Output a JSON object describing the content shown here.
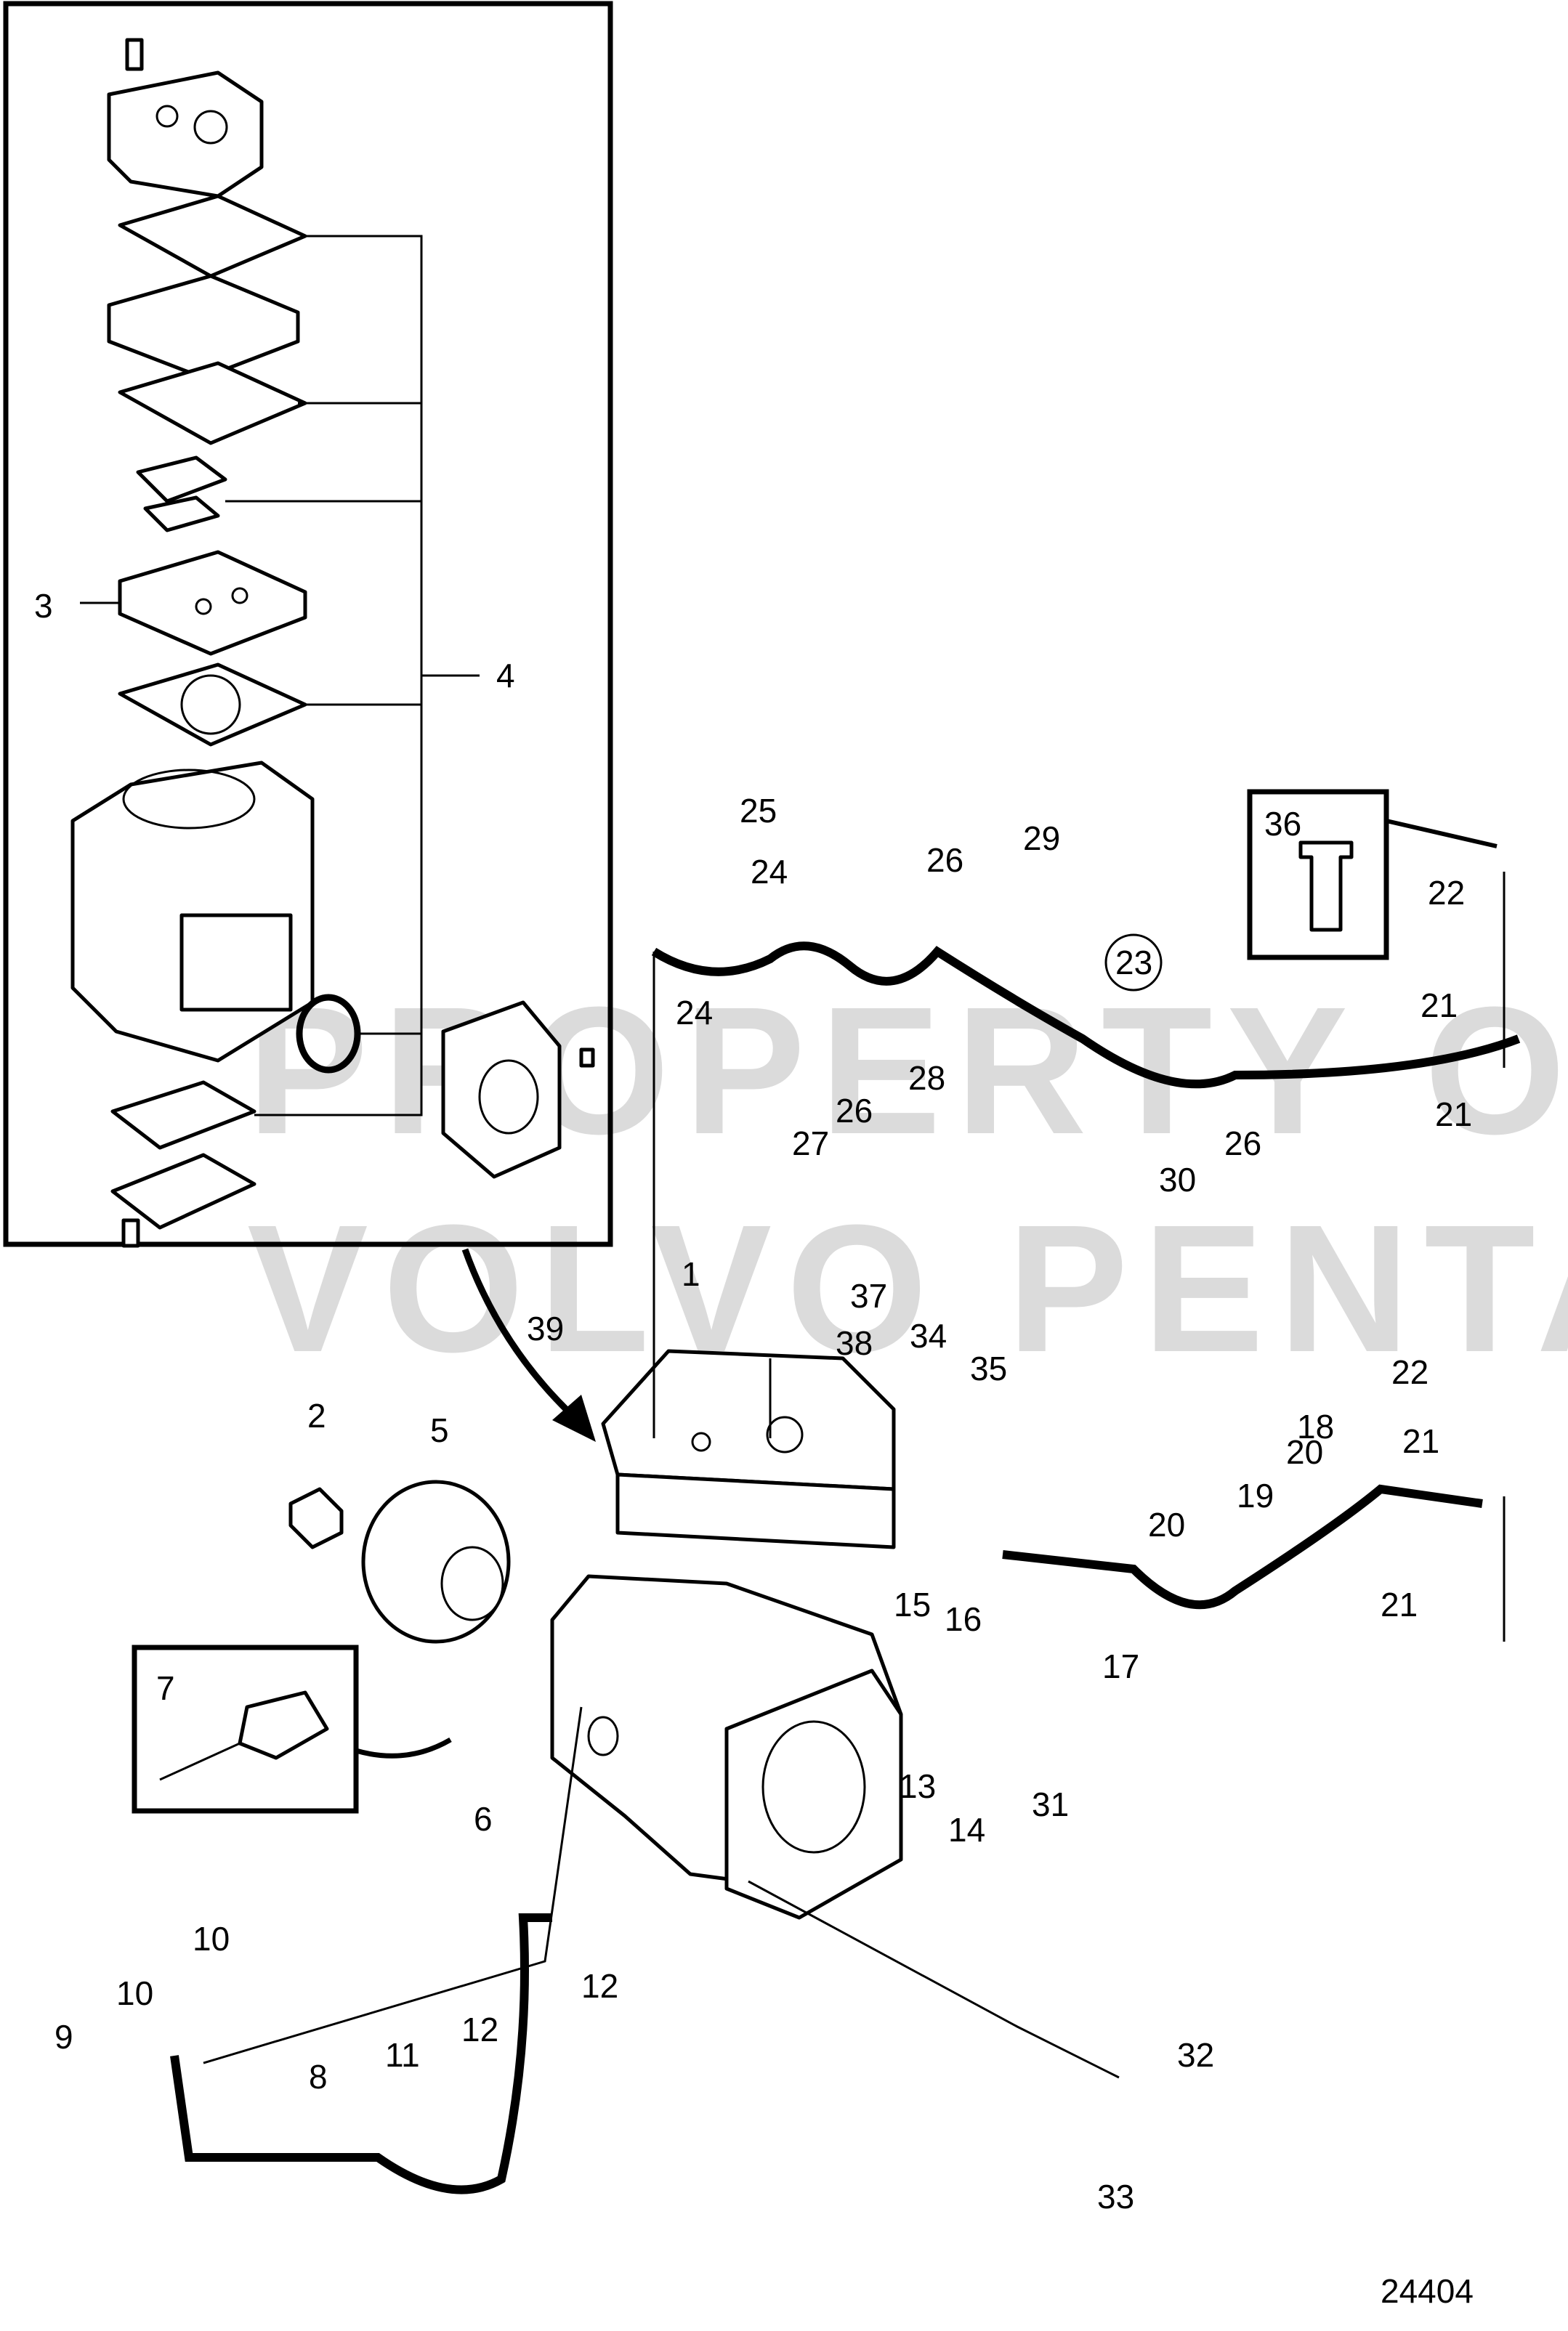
{
  "diagram": {
    "drawing_number": "24404",
    "watermark": [
      "PROPERTY OF",
      "VOLVO PENTA"
    ],
    "callouts": [
      "1",
      "2",
      "3",
      "4",
      "5",
      "6",
      "7",
      "8",
      "9",
      "10",
      "10",
      "11",
      "12",
      "12",
      "13",
      "14",
      "15",
      "16",
      "17",
      "18",
      "19",
      "20",
      "20",
      "21",
      "21",
      "21",
      "21",
      "22",
      "22",
      "23",
      "24",
      "24",
      "25",
      "26",
      "26",
      "26",
      "27",
      "28",
      "29",
      "30",
      "31",
      "32",
      "33",
      "34",
      "35",
      "36",
      "37",
      "38",
      "39"
    ]
  }
}
